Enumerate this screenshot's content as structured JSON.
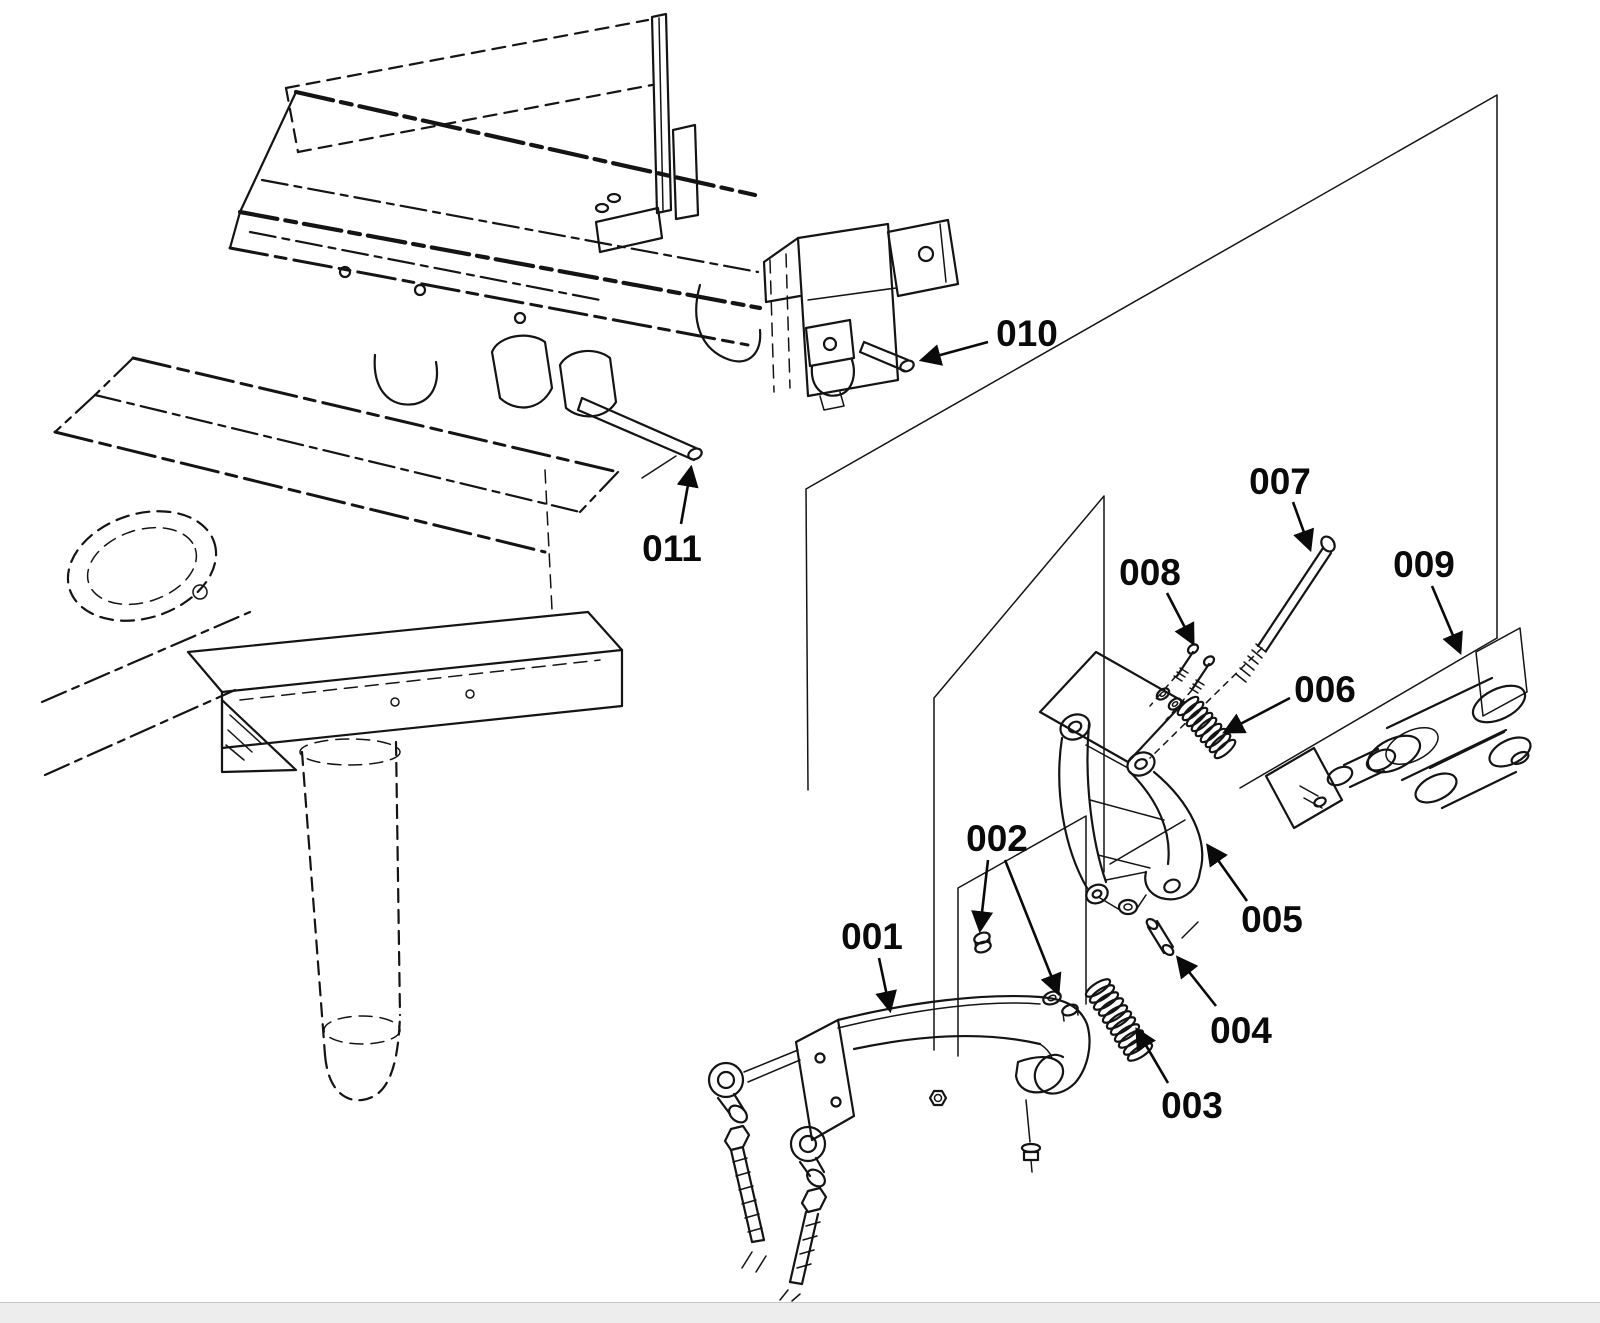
{
  "page": {
    "background": "#ffffff",
    "ink": "#141414",
    "scrollbar_color": "#ededed"
  },
  "diagram": {
    "kind": "exploded-parts-diagram",
    "callouts": [
      {
        "label": "001"
      },
      {
        "label": "002"
      },
      {
        "label": "003"
      },
      {
        "label": "004"
      },
      {
        "label": "005"
      },
      {
        "label": "006"
      },
      {
        "label": "007"
      },
      {
        "label": "008"
      },
      {
        "label": "009"
      },
      {
        "label": "010"
      },
      {
        "label": "011"
      }
    ]
  }
}
